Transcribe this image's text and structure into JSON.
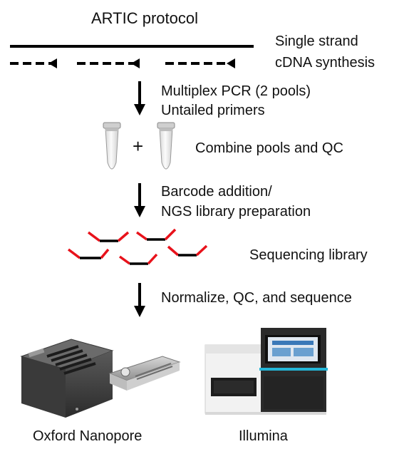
{
  "title": "ARTIC protocol",
  "steps": {
    "cdna": [
      "Single strand",
      "cDNA synthesis"
    ],
    "pcr": [
      "Multiplex PCR (2 pools)",
      "Untailed primers"
    ],
    "combine": "Combine pools and QC",
    "plus": "+",
    "barcode": [
      "Barcode addition/",
      "NGS library preparation"
    ],
    "library": "Sequencing library",
    "normalize": "Normalize, QC, and sequence"
  },
  "platforms": {
    "oxford": "Oxford Nanopore",
    "illumina": "Illumina"
  },
  "colors": {
    "line": "#000000",
    "adapter": "#e8121b",
    "tube_fill": "#f4f4f4"
  }
}
